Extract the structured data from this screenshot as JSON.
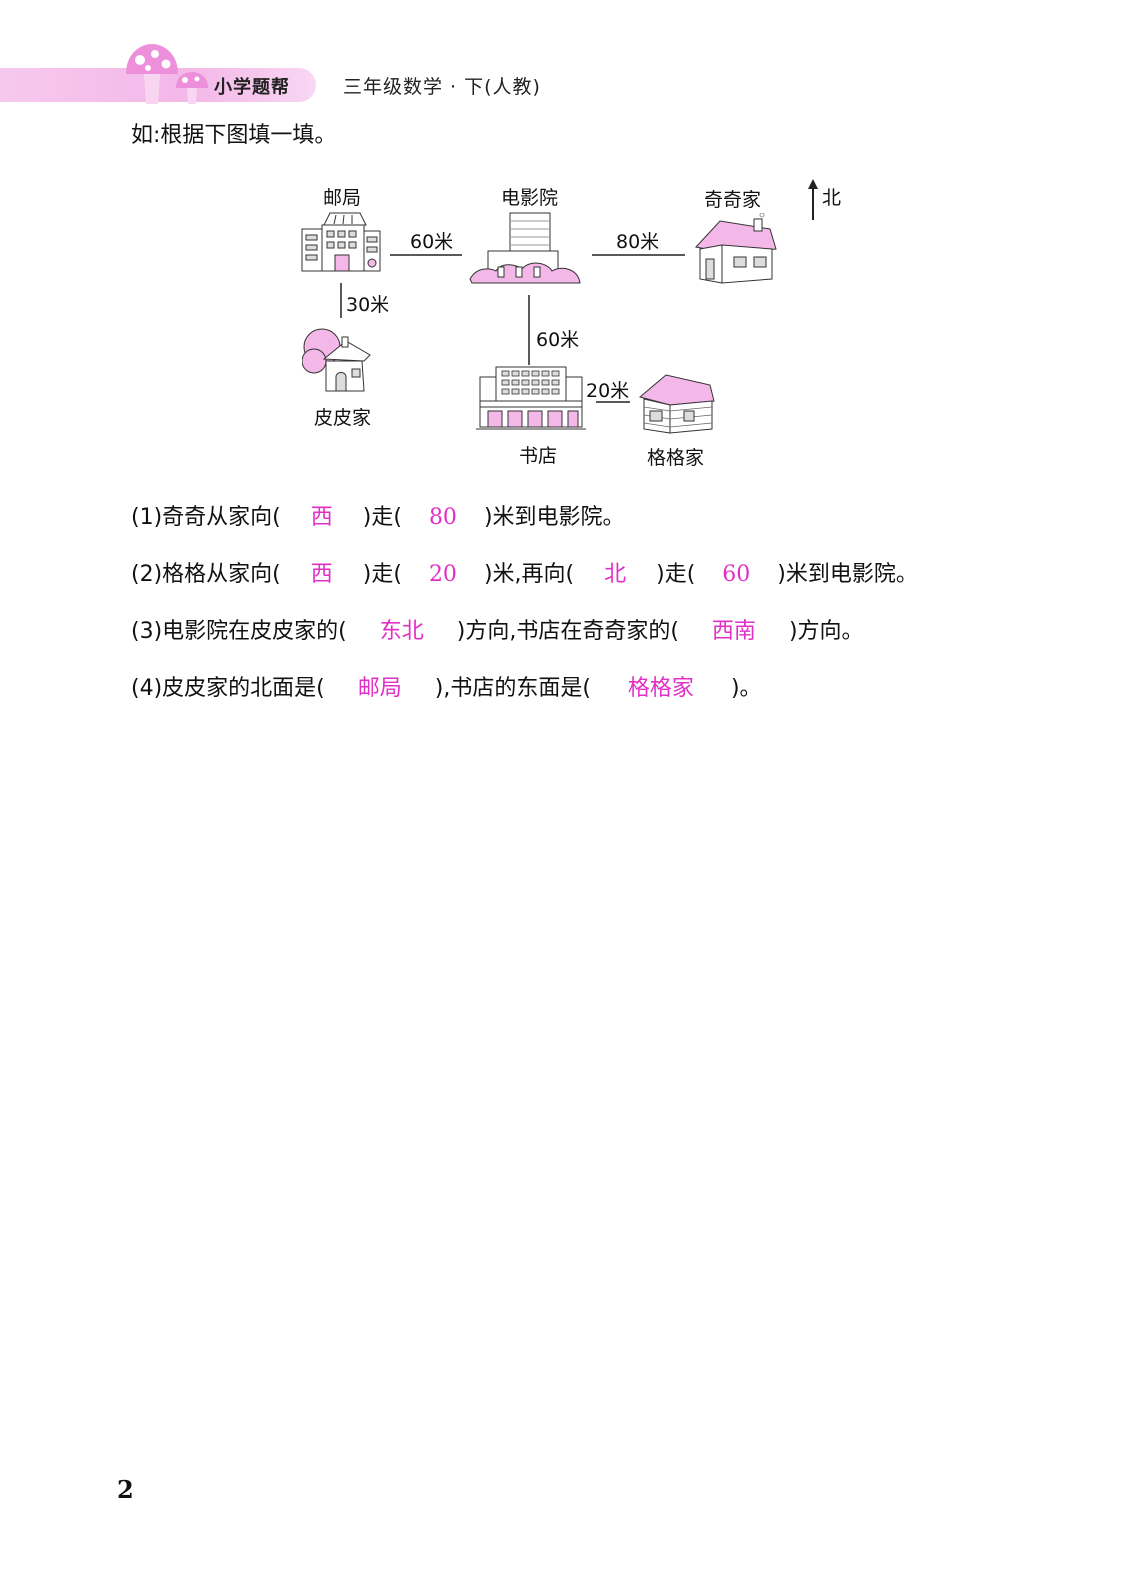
{
  "header": {
    "brand": "小学题帮",
    "book_title": "三年级数学 · 下(人教)",
    "accent_color": "#f3b7e8"
  },
  "intro": "如:根据下图填一填。",
  "map": {
    "places": {
      "post_office": "邮局",
      "cinema": "电影院",
      "qiqi_home": "奇奇家",
      "pipi_home": "皮皮家",
      "bookstore": "书店",
      "gege_home": "格格家"
    },
    "distances": {
      "post_cinema": "60米",
      "cinema_qiqi": "80米",
      "post_pipi": "30米",
      "cinema_bookstore": "60米",
      "bookstore_gege": "20米"
    },
    "north_label": "北"
  },
  "questions": [
    {
      "num": "(1)",
      "p1": "奇奇从家向(",
      "a1": "西",
      "p2": ")走(",
      "a2": "80",
      "p3": ")米到电影院。"
    },
    {
      "num": "(2)",
      "p1": "格格从家向(",
      "a1": "西",
      "p2": ")走(",
      "a2": "20",
      "p3": ")米,再向(",
      "a3": "北",
      "p4": ")走(",
      "a4": "60",
      "p5": ")米到电影院。"
    },
    {
      "num": "(3)",
      "p1": "电影院在皮皮家的(",
      "a1": "东北",
      "p2": ")方向,书店在奇奇家的(",
      "a2": "西南",
      "p3": ")方向。"
    },
    {
      "num": "(4)",
      "p1": "皮皮家的北面是(",
      "a1": "邮局",
      "p2": "),书店的东面是(",
      "a2": "格格家",
      "p3": ")。"
    }
  ],
  "answer_color": "#e22fc6",
  "page_number": "2"
}
